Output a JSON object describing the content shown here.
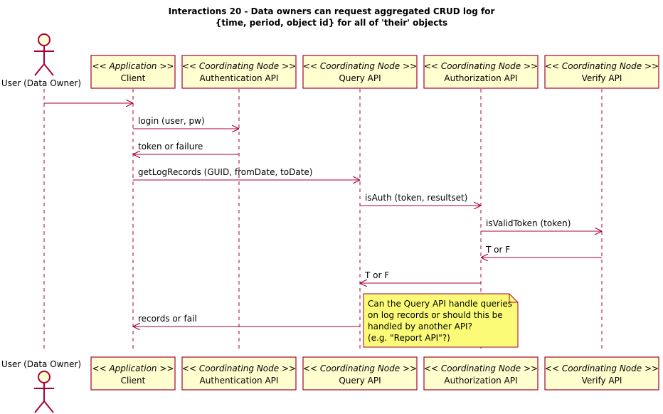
{
  "title": {
    "line1": "Interactions 20 - Data owners can request aggregated CRUD log for",
    "line2": "{time, period, object id} for all of 'their' objects"
  },
  "actor": {
    "name": "User (Data Owner)"
  },
  "participants": [
    {
      "stereotype": "<< Application >>",
      "name": "Client"
    },
    {
      "stereotype": "<< Coordinating Node >>",
      "name": "Authentication API"
    },
    {
      "stereotype": "<< Coordinating Node >>",
      "name": "Query API"
    },
    {
      "stereotype": "<< Coordinating Node >>",
      "name": "Authorization API"
    },
    {
      "stereotype": "<< Coordinating Node >>",
      "name": "Verify API"
    }
  ],
  "messages": [
    {
      "from": "actor",
      "to": "Client",
      "label": ""
    },
    {
      "from": "Client",
      "to": "Authentication API",
      "label": "login (user, pw)"
    },
    {
      "from": "Authentication API",
      "to": "Client",
      "label": "token or failure"
    },
    {
      "from": "Client",
      "to": "Query API",
      "label": "getLogRecords (GUID, fromDate, toDate)"
    },
    {
      "from": "Query API",
      "to": "Authorization API",
      "label": "isAuth (token, resultset)"
    },
    {
      "from": "Authorization API",
      "to": "Verify API",
      "label": "isValidToken (token)"
    },
    {
      "from": "Verify API",
      "to": "Authorization API",
      "label": "T or F"
    },
    {
      "from": "Authorization API",
      "to": "Query API",
      "label": "T or F"
    },
    {
      "from": "Query API",
      "to": "Client",
      "label": "records or fail"
    }
  ],
  "note": {
    "lines": [
      "Can the Query API handle queries",
      "on log records or should this be",
      "handled by another API?",
      "(e.g. \"Report API\"?)"
    ]
  },
  "colors": {
    "border": "#A80036",
    "box_fill": "#FEFECE",
    "note_fill": "#FBFB77"
  }
}
